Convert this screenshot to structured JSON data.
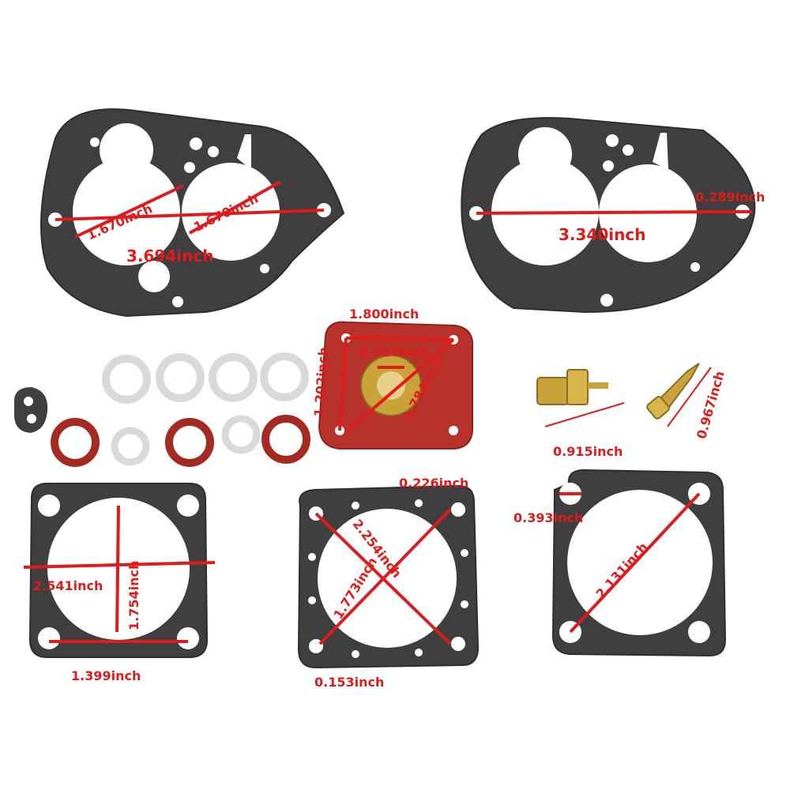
{
  "colors": {
    "background": "#ffffff",
    "gasket": "#3f3f3f",
    "gasket_edge": "#2e2e2e",
    "red_diaphragm": "#b8322c",
    "measure_line": "#e01b1b",
    "brass": "#c9a23a",
    "silver_washer": "#d9d9d9",
    "red_washer": "#a52a22"
  },
  "measurements": {
    "g1_hole_a": "1.670inch",
    "g1_hole_b": "1.670inch",
    "g1_span": "3.694inch",
    "g2_span": "3.340inch",
    "g2_hole": "0.289inch",
    "dia_width": "1.800inch",
    "dia_center": "0.314inch",
    "dia_height": "1.202inch",
    "dia_diag": "1.784inch",
    "fitting_length": "0.915inch",
    "needle_length": "0.967inch",
    "g3_width": "2.541inch",
    "g3_height": "1.754inch",
    "g3_holes": "1.399inch",
    "g4_hole_small": "0.226inch",
    "g4_diag_a": "2.254inch",
    "g4_diag_b": "1.773inch",
    "g4_hole_tiny": "0.153inch",
    "g5_hole": "0.393inch",
    "g5_diag": "2.131inch"
  }
}
